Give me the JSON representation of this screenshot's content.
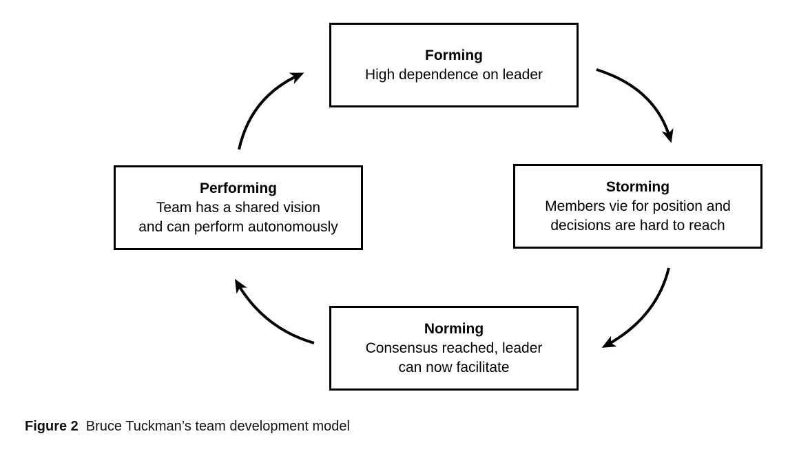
{
  "figure": {
    "caption_label": "Figure 2",
    "caption_text": "Bruce Tuckman’s team development model"
  },
  "stages": {
    "forming": {
      "title": "Forming",
      "description": "High dependence on leader"
    },
    "storming": {
      "title": "Storming",
      "description": "Members vie for position and\ndecisions are hard to reach"
    },
    "norming": {
      "title": "Norming",
      "description": "Consensus reached, leader\ncan now facilitate"
    },
    "performing": {
      "title": "Performing",
      "description": "Team has a shared vision\nand can perform autonomously"
    }
  },
  "cycle": {
    "order": [
      "Forming",
      "Storming",
      "Norming",
      "Performing"
    ],
    "arrows": [
      {
        "from": "Forming",
        "to": "Storming"
      },
      {
        "from": "Storming",
        "to": "Norming"
      },
      {
        "from": "Norming",
        "to": "Performing"
      },
      {
        "from": "Performing",
        "to": "Forming"
      }
    ]
  },
  "colors": {
    "background": "#ffffff",
    "box_border": "#000000",
    "text": "#000000",
    "arrow": "#000000"
  }
}
